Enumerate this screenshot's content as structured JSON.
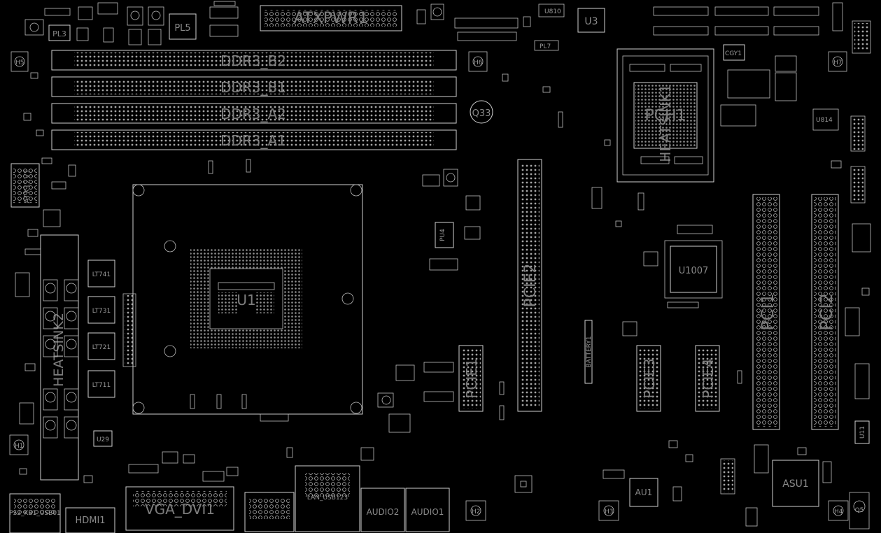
{
  "board": {
    "connectors": {
      "atx_power": "ATXPWR1",
      "atx_12v": "ATX12V1",
      "vga_dvi": "VGA_DVI1",
      "hdmi": "HDMI1",
      "ps2": "PS2_KB1_USB01",
      "lan": "LAN_USB123",
      "audio2": "AUDIO2",
      "audio1": "AUDIO1"
    },
    "dimm_slots": [
      "DDR3_B2",
      "DDR3_B1",
      "DDR3_A2",
      "DDR3_A1"
    ],
    "cpu": {
      "socket": "U1"
    },
    "pcie_slots": {
      "pcie2": "PCIE2",
      "pcie1": "PCIE1",
      "pcie3": "PCIE3",
      "pcie4": "PCIE4",
      "pci1": "PCI1",
      "pci2": "PCI2"
    },
    "chips": {
      "pch": "PCH1",
      "u1007": "U1007",
      "asu1": "ASU1",
      "au1": "AU1",
      "u3": "U3",
      "pu4": "PU4",
      "u11": "U11",
      "u29": "U29"
    },
    "components": {
      "q33": "Q33",
      "pl5": "PL5",
      "pl3": "PL3",
      "pl7": "PL7",
      "xtal": "CGY1",
      "battery": "BATTERY1",
      "heatsink": "HEATSINK2",
      "pch_heatsink": "HEATSINK1"
    },
    "inductors": [
      "LT741",
      "LT731",
      "LT721",
      "LT711"
    ],
    "mount_holes": [
      "H1",
      "H2",
      "H3",
      "H4",
      "H5",
      "H6",
      "H7"
    ]
  }
}
